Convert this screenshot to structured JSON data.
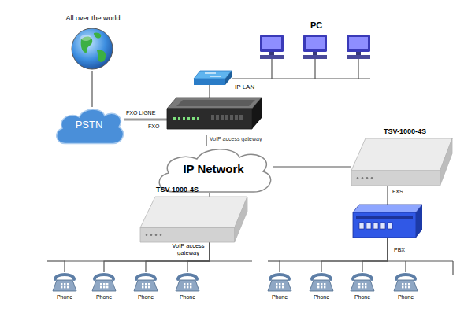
{
  "diagram": {
    "nodes": [
      {
        "text": [
          "All over the world"
        ]
      },
      {
        "text": [
          "PSTN"
        ]
      },
      {
        "text": [
          "VoIP access gateway"
        ]
      },
      {
        "text": [
          "IP LAN"
        ]
      },
      {
        "text": [
          "IP Network"
        ]
      },
      {
        "text": [
          "TSV-1000-4S"
        ]
      },
      {
        "text": [
          "PBX"
        ]
      },
      {
        "text": [
          "TSV-1000-4S",
          "VoIP access gateway"
        ]
      },
      {
        "text": [
          "Phone"
        ]
      },
      {
        "text": [
          "Phone"
        ]
      },
      {
        "text": [
          "Phone"
        ]
      },
      {
        "text": [
          "Phone"
        ]
      },
      {
        "text": [
          "Phone"
        ]
      },
      {
        "text": [
          "Phone"
        ]
      },
      {
        "text": [
          "Phone"
        ]
      },
      {
        "text": [
          "Phone"
        ]
      }
    ],
    "edges": [
      {
        "from": 0,
        "to": 1,
        "arrow": "none"
      },
      {
        "from": 1,
        "to": 2,
        "label": "FXO LIGNE",
        "arrow": "none"
      },
      {
        "from": 2,
        "to": 3,
        "arrow": "none"
      },
      {
        "from": 2,
        "to": 4,
        "arrow": "none"
      },
      {
        "from": 4,
        "to": 5,
        "arrow": "none"
      },
      {
        "from": 5,
        "to": 6,
        "label": "FXS",
        "arrow": "none"
      },
      {
        "from": 4,
        "to": 7,
        "arrow": "none"
      },
      {
        "from": 7,
        "to": 8,
        "arrow": "none"
      },
      {
        "from": 7,
        "to": 9,
        "arrow": "none"
      },
      {
        "from": 7,
        "to": 10,
        "arrow": "none"
      },
      {
        "from": 7,
        "to": 11,
        "arrow": "none"
      },
      {
        "from": 6,
        "to": 12,
        "arrow": "none"
      },
      {
        "from": 6,
        "to": 13,
        "arrow": "none"
      },
      {
        "from": 6,
        "to": 14,
        "arrow": "none"
      },
      {
        "from": 6,
        "to": 15,
        "arrow": "none"
      }
    ],
    "labels": [
      "PC",
      "FXO"
    ]
  }
}
